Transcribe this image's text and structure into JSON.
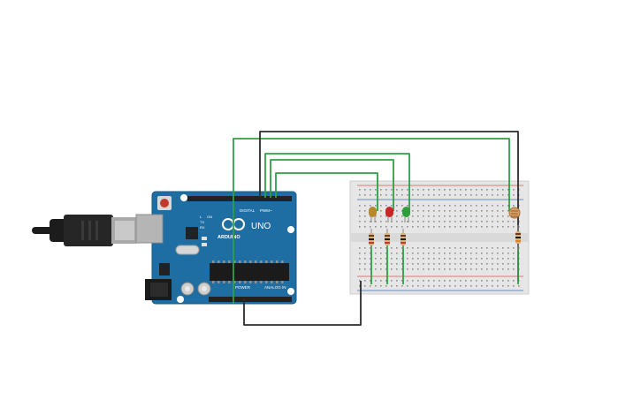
{
  "board": {
    "brand_label": "ARDUINO",
    "model_label": "UNO",
    "digital_label": "DIGITAL",
    "pwm_label": "PWM~",
    "power_label": "POWER",
    "analog_label": "ANALOG IN",
    "tx_label": "TX",
    "rx_label": "RX",
    "l_label": "L",
    "on_label": "ON"
  },
  "colors": {
    "board": "#1f6ea3",
    "wire_green": "#2ea043",
    "wire_black": "#2b2b2b",
    "breadboard": "#e8e8e8",
    "rail_red": "#d9534f",
    "rail_blue": "#3b6fb6",
    "led_yellow": "#b8862b",
    "led_red": "#c62828",
    "led_green": "#2e9e3a"
  },
  "components": [
    "usb-cable",
    "arduino-uno",
    "breadboard",
    "led-yellow",
    "led-red",
    "led-green",
    "resistor",
    "resistor",
    "resistor",
    "resistor",
    "photoresistor"
  ]
}
